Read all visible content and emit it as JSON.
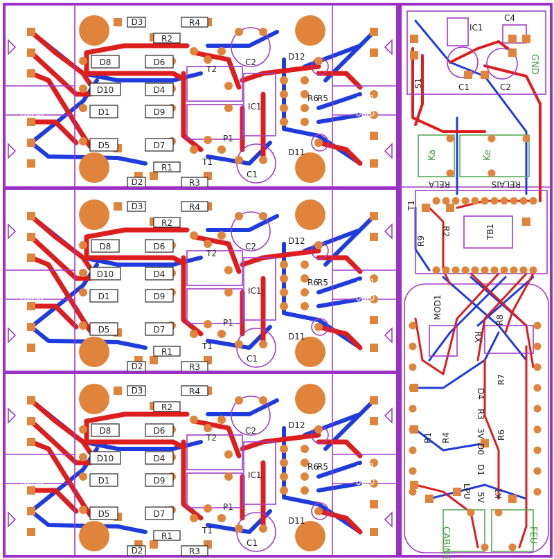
{
  "board": {
    "colors": {
      "background": "#ffffff",
      "silkscreen": "#a23cc7",
      "top_copper": "#dc1e1e",
      "bottom_copper": "#1e3cdc",
      "pad": "#e0843c",
      "fab_green": "#5aa85a"
    },
    "modules": [
      {
        "labels": {
          "d3": "D3",
          "r4": "R4",
          "r2": "R2",
          "d8": "D8",
          "d6": "D6",
          "t2": "T2",
          "c2": "C2",
          "d12": "D12",
          "d10": "D10",
          "d4": "D4",
          "ic1": "IC1",
          "rails1": "rails1",
          "rails0": "rails0",
          "out1": "out1",
          "out0": "out0",
          "d1": "D1",
          "d9": "D9",
          "d5": "D5",
          "d7": "D7",
          "p1": "P1",
          "d11": "D11",
          "r1": "R1",
          "t1": "T1",
          "c1": "C1",
          "d2": "D2",
          "r3": "R3",
          "r6": "R6",
          "r5": "R5"
        }
      },
      {
        "labels": {
          "d3": "D3",
          "r4": "R4",
          "r2": "R2",
          "d8": "D8",
          "d6": "D6",
          "t2": "T2",
          "c2": "C2",
          "d12": "D12",
          "d10": "D10",
          "d4": "D4",
          "ic1": "IC1",
          "rails1": "rails1",
          "rails0": "rails0",
          "out1": "out1",
          "out0": "out0",
          "d1": "D1",
          "d9": "D9",
          "d5": "D5",
          "d7": "D7",
          "p1": "P1",
          "d11": "D11",
          "r1": "R1",
          "t1": "T1",
          "c1": "C1",
          "d2": "D2",
          "r3": "R3",
          "r6": "R6",
          "r5": "R5"
        }
      },
      {
        "labels": {
          "d3": "D3",
          "r4": "R4",
          "r2": "R2",
          "d8": "D8",
          "d6": "D6",
          "t2": "T2",
          "c2": "C2",
          "d12": "D12",
          "d10": "D10",
          "d4": "D4",
          "ic1": "IC1",
          "rails1": "rails1",
          "rails0": "rails0",
          "out1": "out1",
          "out0": "out0",
          "d1": "D1",
          "d9": "D9",
          "d5": "D5",
          "d7": "D7",
          "p1": "P1",
          "d11": "D11",
          "r1": "R1",
          "t1": "T1",
          "c1": "C1",
          "d2": "D2",
          "r3": "R3",
          "r6": "R6",
          "r5": "R5"
        }
      }
    ],
    "right_panel": {
      "labels": {
        "ic1": "IC1",
        "c4": "C4",
        "gnd": "GND",
        "c1": "C1",
        "c2": "C2",
        "s1": "S1",
        "ka": "Ka",
        "ke": "Ke",
        "rela": "RELA",
        "relais": "RELAIS",
        "t1": "T1",
        "r9": "R9",
        "tb1": "TB1",
        "r2": "R2",
        "mod1": "MOD1",
        "r8": "R8",
        "rx": "RX",
        "r7": "R7",
        "d4": "D4",
        "r3": "R3",
        "r6": "R6",
        "r4": "R4",
        "d0": "D0",
        "d1": "D1",
        "lpu": "LPU",
        "r1": "R1",
        "k1": "K1",
        "cabine": "CABINE",
        "feu": "FEU",
        "x5v": "5V",
        "x3v": "3V"
      }
    }
  }
}
